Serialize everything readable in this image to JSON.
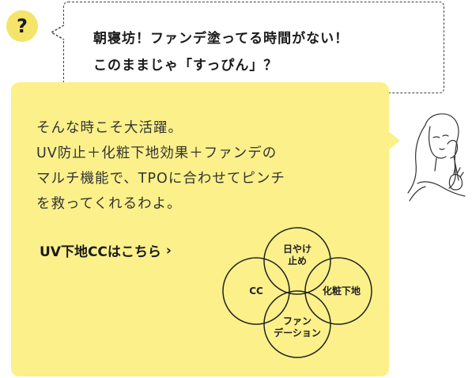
{
  "badge": {
    "text": "?"
  },
  "question": {
    "line1": "朝寝坊！ファンデ塗ってる時間がない！",
    "line2": "このままじゃ「すっぴん」？"
  },
  "answer": {
    "line1": "そんな時こそ大活躍。",
    "line2": "UV防止＋化粧下地効果＋ファンデの",
    "line3": "マルチ機能で、TPOに合わせてピンチ",
    "line4": "を救ってくれるわよ。"
  },
  "link": {
    "label": "UV下地CCはこちら",
    "arrow": "›"
  },
  "venn": {
    "top_line1": "日やけ",
    "top_line2": "止め",
    "left": "CC",
    "right": "化粧下地",
    "bottom_line1": "ファン",
    "bottom_line2": "デーション"
  },
  "colors": {
    "accent_yellow": "#fbf08a",
    "badge_yellow": "#f5e46a",
    "text": "#1a1a1a"
  },
  "icons": {
    "illustration": "woman-applying-cream-illustration"
  }
}
